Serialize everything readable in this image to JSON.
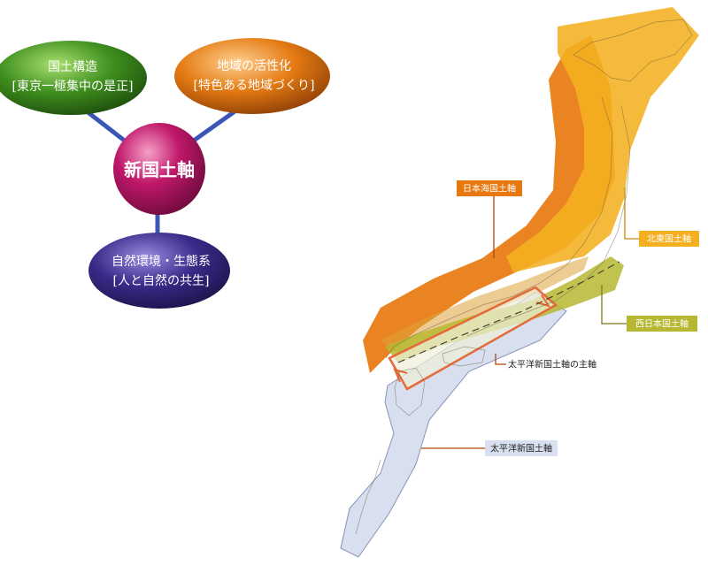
{
  "colors": {
    "connector": "#3a57b8",
    "center": "#c0186a",
    "national_structure": "#3f8f1e",
    "regional_revitalization": "#e47a12",
    "nature_ecosystem": "#3a2a88",
    "japan_sea_axis": "#e8780e",
    "hokuto_axis": "#f4b020",
    "west_japan_axis": "#b6b832",
    "pacific_axis": "#d8dfef",
    "pacific_main": "#e46a3a"
  },
  "hub": {
    "center": "新国土軸",
    "nodes": [
      {
        "id": "national-structure",
        "line1": "国土構造",
        "line2": "[東京一極集中の是正]"
      },
      {
        "id": "regional-revitalization",
        "line1": "地域の活性化",
        "line2": "[特色ある地域づくり]"
      },
      {
        "id": "nature-ecosystem",
        "line1": "自然環境・生態系",
        "line2": "[人と自然の共生]"
      }
    ]
  },
  "map": {
    "labels": {
      "japan_sea": "日本海国土軸",
      "hokuto": "北東国土軸",
      "west_japan": "西日本国土軸",
      "pacific_main": "太平洋新国土軸の主軸",
      "pacific": "太平洋新国土軸"
    }
  }
}
